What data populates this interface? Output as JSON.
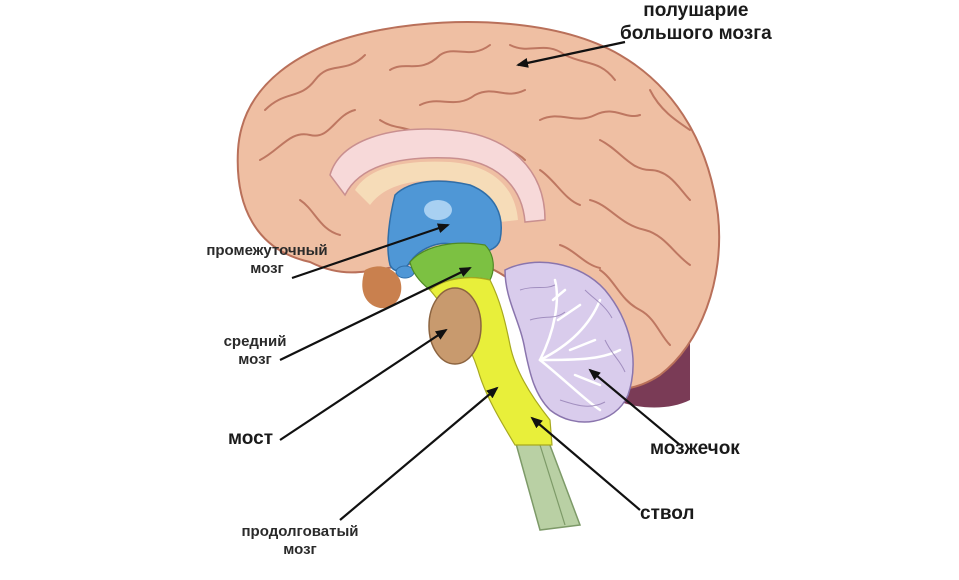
{
  "labels": {
    "hemisphere": {
      "line1": "полушарие",
      "line2": "большого мозга"
    },
    "diencephalon": {
      "line1": "промежуточный",
      "line2": "мозг"
    },
    "midbrain": {
      "line1": "средний",
      "line2": "мозг"
    },
    "pons": {
      "line1": "мост"
    },
    "medulla": {
      "line1": "продолговатый",
      "line2": "мозг"
    },
    "cerebellum": {
      "line1": "мозжечок"
    },
    "stem": {
      "line1": "ствол"
    }
  },
  "colors": {
    "cortex": "#efbfa3",
    "cortex_groove": "#b9705a",
    "corpus_callosum": "#f7d9d9",
    "diencephalon": "#4f97d6",
    "midbrain": "#7cc142",
    "pons_medulla": "#e8ef3a",
    "spinal": "#b9d0a4",
    "cerebellum": "#d9ccec",
    "pons_bulge": "#c89a6e",
    "arrow": "#111111"
  }
}
